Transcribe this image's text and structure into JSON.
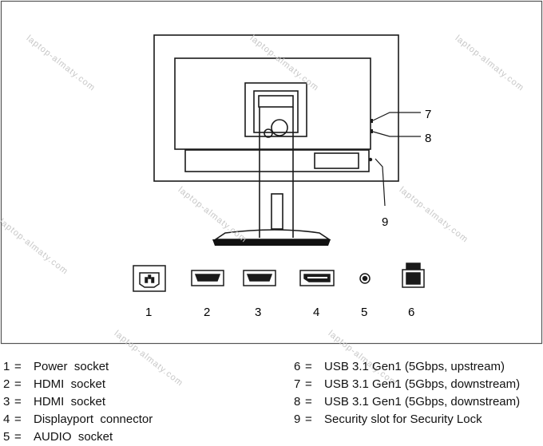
{
  "callouts": [
    "1",
    "2",
    "3",
    "4",
    "5",
    "6",
    "7",
    "8",
    "9"
  ],
  "legend": [
    {
      "num": "1",
      "eq": "=",
      "text": "Power  socket"
    },
    {
      "num": "2",
      "eq": "=",
      "text": "HDMI  socket"
    },
    {
      "num": "3",
      "eq": "=",
      "text": "HDMI  socket"
    },
    {
      "num": "4",
      "eq": "=",
      "text": "Displayport  connector"
    },
    {
      "num": "5",
      "eq": "=",
      "text": "AUDIO  socket"
    },
    {
      "num": "6",
      "eq": "=",
      "text": "USB 3.1 Gen1 (5Gbps, upstream)"
    },
    {
      "num": "7",
      "eq": "=",
      "text": "USB 3.1 Gen1 (5Gbps, downstream)"
    },
    {
      "num": "8",
      "eq": "=",
      "text": "USB 3.1 Gen1 (5Gbps, downstream)"
    },
    {
      "num": "9",
      "eq": "=",
      "text": "Security slot for Security Lock"
    }
  ],
  "watermark": "laptop-almaty.com",
  "colors": {
    "line": "#1a1a1a",
    "frame": "#555555",
    "watermark": "#c8c8c8"
  }
}
